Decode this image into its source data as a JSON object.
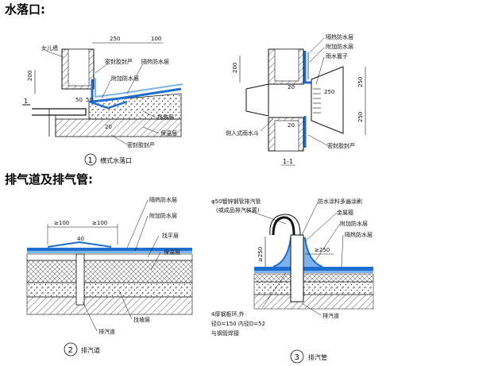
{
  "headings": {
    "outlet": "水落口:",
    "vent": "排气道及排气管:"
  },
  "fig1": {
    "caption_num": "1",
    "caption": "横式水落口",
    "labels": {
      "parapet": "女儿墙",
      "sealant_top": "密封胶封严",
      "insulation_wp": "隔热防水层",
      "extra_wp": "附加防水层",
      "leveling": "找坡层",
      "insulation": "保温层",
      "sealant_bottom": "密封胶封严"
    },
    "dims": {
      "d250": "250",
      "d100": "100",
      "d200": "200",
      "d50a": "50",
      "d50b": "50",
      "d20": "20",
      "section": "1"
    }
  },
  "fig11": {
    "caption": "1-1",
    "labels": {
      "insulation_wp": "隔热防水层",
      "extra_wp": "附加防水层",
      "rain_cover": "雨水篦子",
      "side_drain": "侧入式雨水斗",
      "sealant": "密封胶封严"
    },
    "dims": {
      "d200": "200",
      "d250a": "250",
      "d250b": "250",
      "d250c": "250",
      "d20a": "20",
      "d20b": "20"
    }
  },
  "fig2": {
    "caption_num": "2",
    "caption": "排汽道",
    "labels": {
      "insulation_wp": "隔热防水层",
      "extra_wp": "附加防水层",
      "leveling": "找平层",
      "insulation": "保温层",
      "slope": "找坡层",
      "vent_channel": "排汽道"
    },
    "dims": {
      "ge100a": "≥100",
      "ge100b": "≥100",
      "d40": "40"
    }
  },
  "fig3": {
    "caption_num": "3",
    "caption": "排汽管",
    "labels": {
      "pipe_line1": "φ50镀锌钢管排汽管",
      "pipe_line2": "(或成品排汽装置)",
      "coating": "防水涂料多遍涂刷",
      "metal_hoop": "金属箍",
      "extra_wp": "附加防水层",
      "insulation_wp": "隔热防水层",
      "vent_channel": "排汽道",
      "ring_line1": "4厚钢板环,外",
      "ring_line2": "径D=150 内径D=52",
      "ring_line3": "与钢管焊接"
    },
    "dims": {
      "ge250a": "≥250",
      "ge250b": "≥250"
    }
  },
  "colors": {
    "membrane": "#1f6fd0",
    "membrane_light": "#7fb3ee",
    "ink": "#111111"
  }
}
